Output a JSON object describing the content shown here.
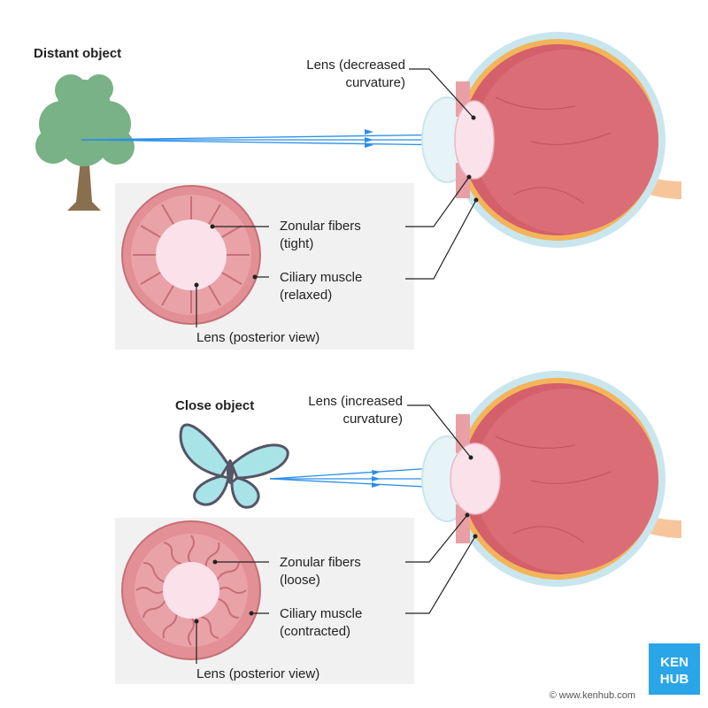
{
  "distant": {
    "title": "Distant object",
    "lens_label": [
      "Lens (decreased",
      "curvature)"
    ],
    "zonular_label": [
      "Zonular fibers",
      "(tight)"
    ],
    "ciliary_label": [
      "Ciliary muscle",
      "(relaxed)"
    ],
    "posterior_label": "Lens (posterior view)"
  },
  "close": {
    "title": "Close object",
    "lens_label": [
      "Lens (increased",
      "curvature)"
    ],
    "zonular_label": [
      "Zonular fibers",
      "(loose)"
    ],
    "ciliary_label": [
      "Ciliary muscle",
      "(contracted)"
    ],
    "posterior_label": "Lens (posterior view)"
  },
  "brand": {
    "logo_line1": "KEN",
    "logo_line2": "HUB",
    "copyright": "© www.kenhub.com"
  },
  "colors": {
    "ray": "#2a8ee8",
    "sclera": "#c9e6ee",
    "choroid": "#f3b45a",
    "eye_interior": "#d3606a",
    "lens": "#fbe2ea",
    "tree_foliage": "#78b286",
    "butterfly": "#a8e3e8",
    "panel": "#f1f1f1",
    "logo": "#2aa6e8"
  }
}
